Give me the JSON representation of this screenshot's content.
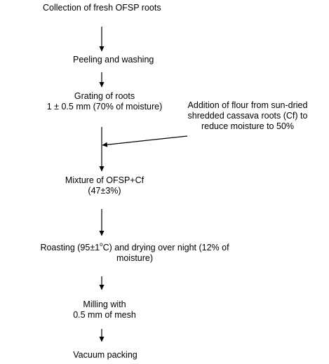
{
  "steps": {
    "collection": "Collection of fresh OFSP roots",
    "peeling": "Peeling and washing",
    "grating_line1": "Grating of roots",
    "grating_line2": "1 ± 0.5 mm (70% of moisture)",
    "addition_line1": "Addition of flour from sun-dried",
    "addition_line2": "shredded cassava roots (Cf) to",
    "addition_line3": "reduce moisture to 50%",
    "mixture_line1": "Mixture of OFSP+Cf",
    "mixture_line2": "(47±3%)",
    "roasting_line1_a": "Roasting (95±1",
    "roasting_line1_sup": "o",
    "roasting_line1_b": "C) and drying over night (12% of",
    "roasting_line2": "moisture)",
    "milling_line1": "Milling with",
    "milling_line2": "0.5 mm of mesh",
    "packing": "Vacuum packing"
  }
}
